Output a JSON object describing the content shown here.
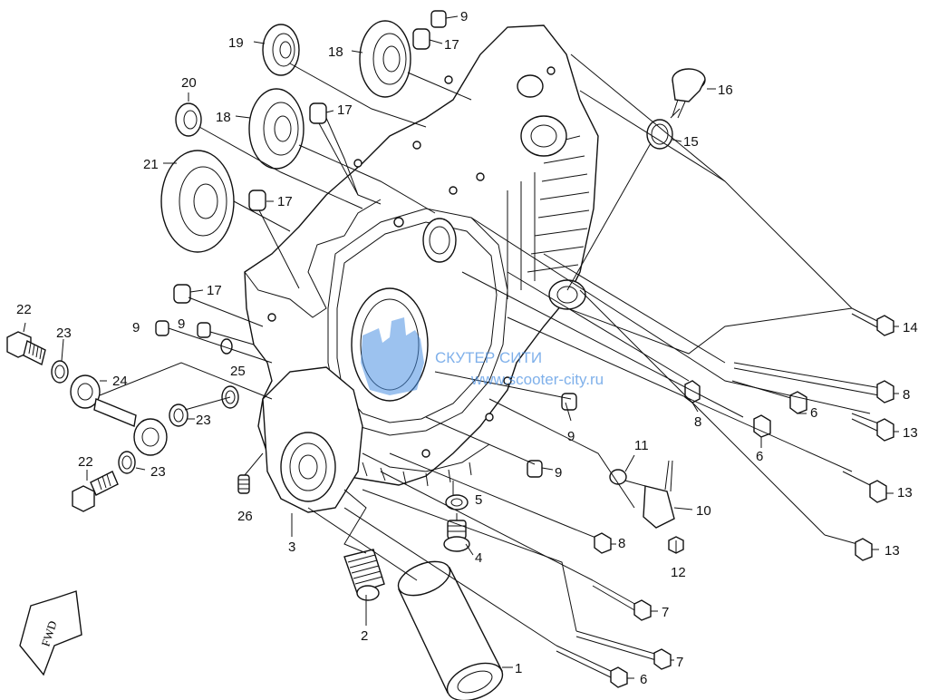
{
  "watermark": {
    "name": "СКУТЕР СИТИ",
    "url": "www.scooter-city.ru",
    "color": "#4a90e2"
  },
  "fwd_label": "FWD",
  "callouts": [
    {
      "id": "c-9a",
      "label": "9"
    },
    {
      "id": "c-17a",
      "label": "17"
    },
    {
      "id": "c-19",
      "label": "19"
    },
    {
      "id": "c-18a",
      "label": "18"
    },
    {
      "id": "c-20",
      "label": "20"
    },
    {
      "id": "c-18b",
      "label": "18"
    },
    {
      "id": "c-17b",
      "label": "17"
    },
    {
      "id": "c-16",
      "label": "16"
    },
    {
      "id": "c-15",
      "label": "15"
    },
    {
      "id": "c-21",
      "label": "21"
    },
    {
      "id": "c-17c",
      "label": "17"
    },
    {
      "id": "c-17d",
      "label": "17"
    },
    {
      "id": "c-22a",
      "label": "22"
    },
    {
      "id": "c-23a",
      "label": "23"
    },
    {
      "id": "c-9b",
      "label": "9"
    },
    {
      "id": "c-9c",
      "label": "9"
    },
    {
      "id": "c-25",
      "label": "25"
    },
    {
      "id": "c-24",
      "label": "24"
    },
    {
      "id": "c-23b",
      "label": "23"
    },
    {
      "id": "c-22b",
      "label": "22"
    },
    {
      "id": "c-23c",
      "label": "23"
    },
    {
      "id": "c-14",
      "label": "14"
    },
    {
      "id": "c-8a",
      "label": "8"
    },
    {
      "id": "c-6a",
      "label": "6"
    },
    {
      "id": "c-8b",
      "label": "8"
    },
    {
      "id": "c-13a",
      "label": "13"
    },
    {
      "id": "c-6b",
      "label": "6"
    },
    {
      "id": "c-9d",
      "label": "9"
    },
    {
      "id": "c-11",
      "label": "11"
    },
    {
      "id": "c-13b",
      "label": "13"
    },
    {
      "id": "c-9e",
      "label": "9"
    },
    {
      "id": "c-5",
      "label": "5"
    },
    {
      "id": "c-10",
      "label": "10"
    },
    {
      "id": "c-26",
      "label": "26"
    },
    {
      "id": "c-3",
      "label": "3"
    },
    {
      "id": "c-8c",
      "label": "8"
    },
    {
      "id": "c-13c",
      "label": "13"
    },
    {
      "id": "c-4",
      "label": "4"
    },
    {
      "id": "c-12",
      "label": "12"
    },
    {
      "id": "c-7a",
      "label": "7"
    },
    {
      "id": "c-2",
      "label": "2"
    },
    {
      "id": "c-7b",
      "label": "7"
    },
    {
      "id": "c-1",
      "label": "1"
    },
    {
      "id": "c-6c",
      "label": "6"
    }
  ]
}
